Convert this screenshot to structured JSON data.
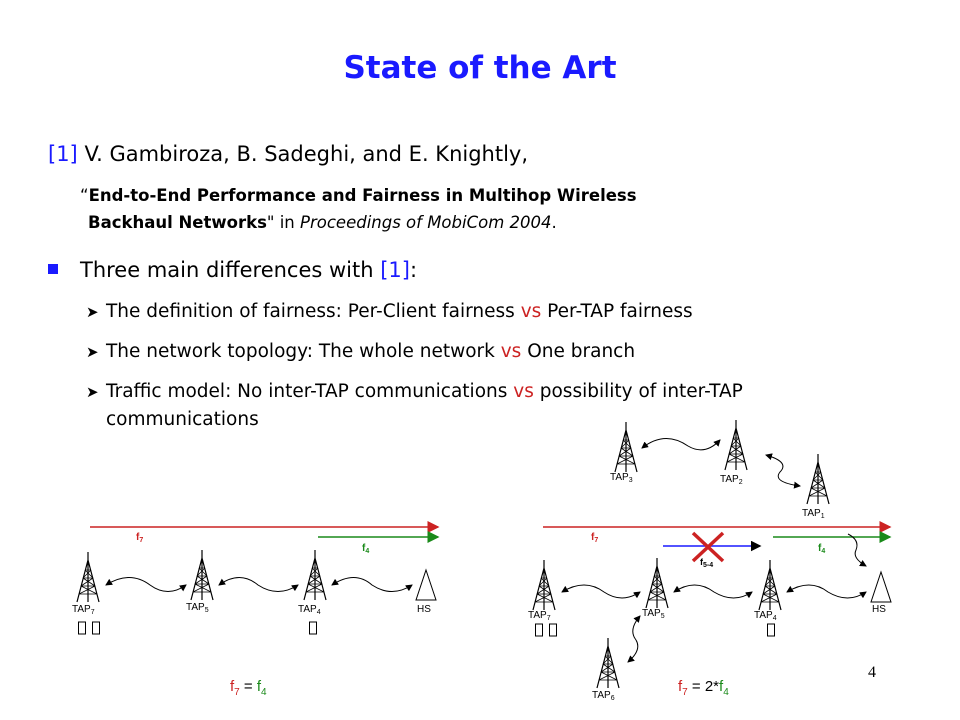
{
  "slide": {
    "title": "State of the Art",
    "page_number": "4"
  },
  "reference": {
    "tag": "[1]",
    "authors": "V. Gambiroza, B. Sadeghi, and E. Knightly,",
    "open_quote": "“",
    "paper_title_line1": "End-to-End Performance and Fairness in Multihop Wireless",
    "paper_title_line2": "Backhaul Networks",
    "suffix_text": "\" in ",
    "venue": "Proceedings of MobiCom 2004",
    "end": "."
  },
  "main_bullet": {
    "text": "Three main differences with ",
    "tag": "[1]",
    "colon": ":"
  },
  "differences": [
    {
      "before": "The definition of fairness: Per-Client fairness ",
      "vs": "vs",
      "after": " Per-TAP fairness"
    },
    {
      "before": "The network topology: The whole network ",
      "vs": "vs",
      "after": " One branch"
    },
    {
      "before": "Traffic model: No inter-TAP communications ",
      "vs": "vs",
      "after": " possibility of inter-TAP communications"
    }
  ],
  "diagram_left": {
    "nodes": {
      "tap7": "TAP",
      "tap7_sub": "7",
      "tap5": "TAP",
      "tap5_sub": "5",
      "tap4": "TAP",
      "tap4_sub": "4",
      "hs": "HS"
    },
    "flows": {
      "f7": "f",
      "f7_sub": "7",
      "f4": "f",
      "f4_sub": "4"
    },
    "equation": {
      "lhs": "f",
      "lhs_sub": "7",
      "op": " = ",
      "rhs": "f",
      "rhs_sub": "4"
    }
  },
  "diagram_right": {
    "nodes": {
      "tap3": "TAP",
      "tap3_sub": "3",
      "tap2": "TAP",
      "tap2_sub": "2",
      "tap1": "TAP",
      "tap1_sub": "1",
      "tap7": "TAP",
      "tap7_sub": "7",
      "tap5": "TAP",
      "tap5_sub": "5",
      "tap4": "TAP",
      "tap4_sub": "4",
      "tap6": "TAP",
      "tap6_sub": "6",
      "hs": "HS"
    },
    "flows": {
      "f7": "f",
      "f7_sub": "7",
      "f4": "f",
      "f4_sub": "4",
      "f54": "f",
      "f54_sub": "5-4"
    },
    "equation": {
      "lhs": "f",
      "lhs_sub": "7",
      "op": " = 2*",
      "rhs": "f",
      "rhs_sub": "4"
    }
  },
  "colors": {
    "accent": "#1a1aff",
    "vs": "#cc2222",
    "flow_f7": "#cc2222",
    "flow_f4": "#1a8a1a"
  }
}
